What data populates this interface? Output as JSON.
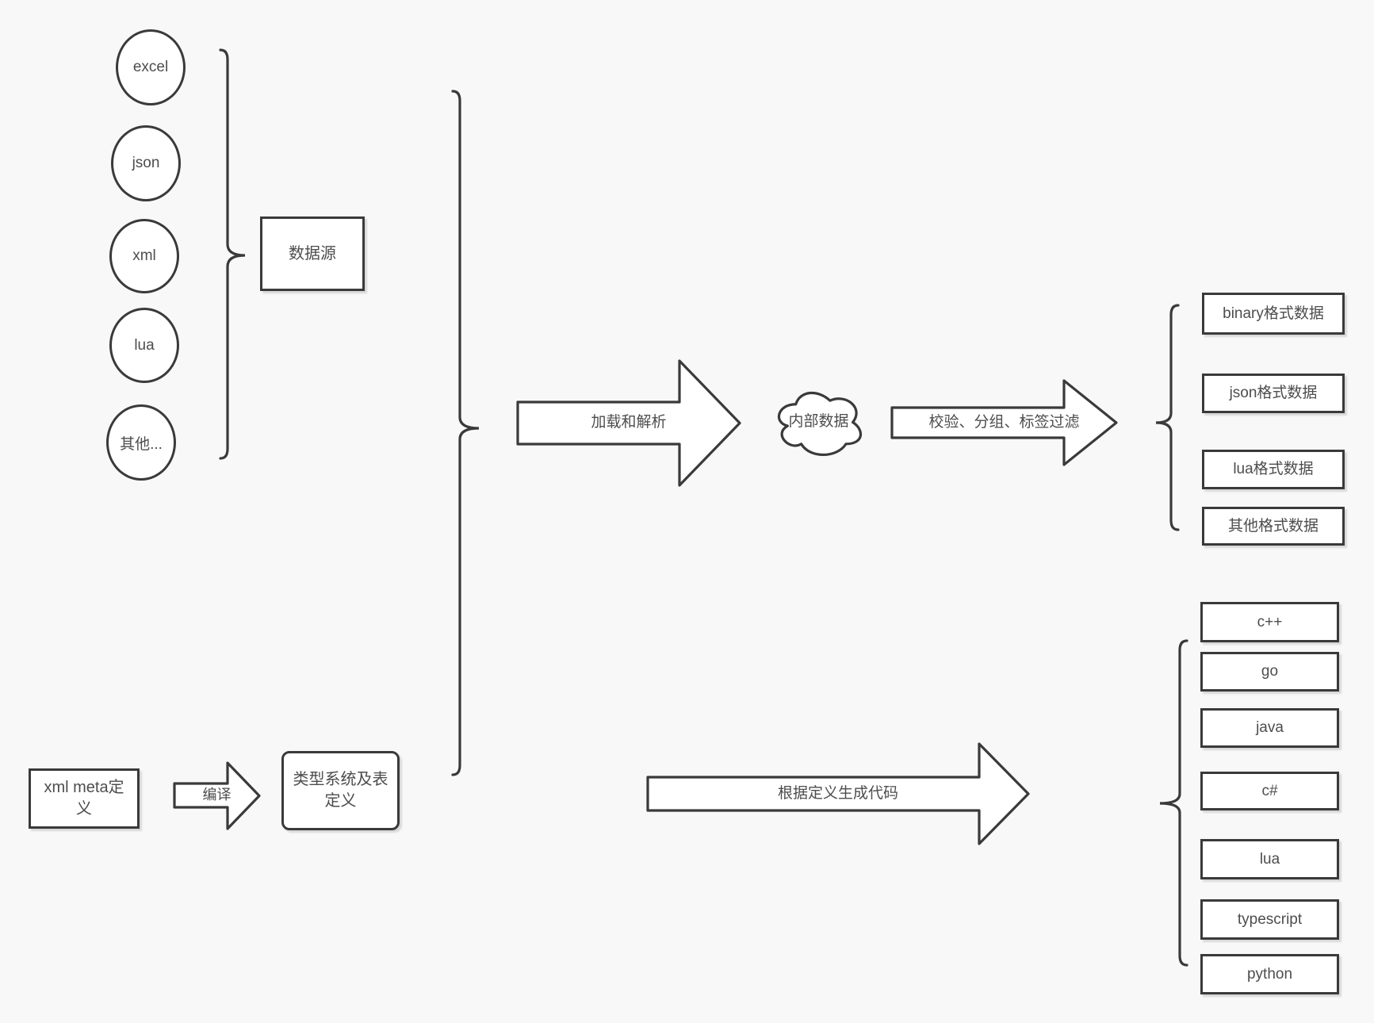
{
  "canvas": {
    "background": "#f8f8f8",
    "stroke_color": "#3a3a3a",
    "text_color": "#4d4d4d"
  },
  "sources": {
    "nodes": [
      "excel",
      "json",
      "xml",
      "lua",
      "其他..."
    ],
    "group_box": "数据源"
  },
  "pipeline": {
    "load_arrow": "加载和解析",
    "internal_data": "内部数据",
    "filter_arrow": "校验、分组、标签过滤"
  },
  "outputs": {
    "formats": [
      "binary格式数据",
      "json格式数据",
      "lua格式数据",
      "其他格式数据"
    ]
  },
  "definition": {
    "meta_box": "xml meta定义",
    "compile_arrow": "编译",
    "type_system_box": "类型系统及表定义",
    "codegen_arrow": "根据定义生成代码",
    "languages": [
      "c++",
      "go",
      "java",
      "c#",
      "lua",
      "typescript",
      "python"
    ]
  }
}
